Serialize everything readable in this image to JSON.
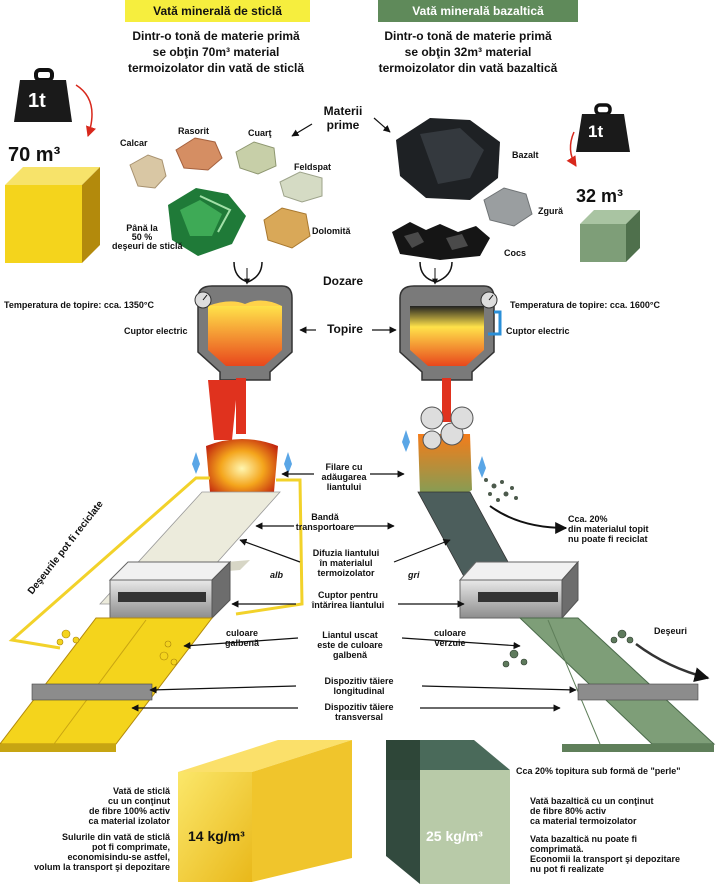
{
  "left": {
    "header": "Vată minerală de sticlă",
    "subtitle": [
      "Dintr-o tonă de materie primă",
      "se obţin 70m³ material",
      "termoizolator din vată de sticlă"
    ],
    "weight": "1t",
    "volume": "70 m³",
    "materials": {
      "calcar": "Calcar",
      "rasorit": "Rasorit",
      "cuart": "Cuarţ",
      "feldspat": "Feldspat",
      "dolomita": "Dolomită",
      "cullet": [
        "Până la",
        "50 %",
        "deşeuri de sticlă"
      ]
    },
    "temperature": "Temperatura de topire: cca. 1350°C",
    "furnace": "Cuptor electric",
    "recycle": "Deşeurile pot fi reciclate",
    "alb": "alb",
    "color_label": [
      "culoare",
      "galbenă"
    ],
    "density": "14 kg/m³",
    "desc1": [
      "Vată de sticlă",
      "cu un conţinut",
      "de fibre 100% activ",
      "ca material izolator"
    ],
    "desc2": [
      "Sulurile din vată de sticlă",
      "pot fi comprimate,",
      "economisindu-se astfel,",
      "volum la transport şi depozitare"
    ]
  },
  "right": {
    "header": "Vată minerală bazaltică",
    "subtitle": [
      "Dintr-o tonă de materie primă",
      "se obţin 32m³ material",
      "termoizolator din vată bazaltică"
    ],
    "weight": "1t",
    "volume": "32 m³",
    "materials": {
      "bazalt": "Bazalt",
      "zgura": "Zgură",
      "cocs": "Cocs"
    },
    "temperature": "Temperatura de topire: cca. 1600°C",
    "furnace": "Cuptor electric",
    "loss": [
      "Cca. 20%",
      "din materialul topit",
      "nu poate fi reciclat"
    ],
    "gri": "gri",
    "color_label": [
      "culoare",
      "verzuie"
    ],
    "waste": "Deşeuri",
    "pearls": "Cca 20% topitura sub formă de \"perle\"",
    "density": "25 kg/m³",
    "desc1": [
      "Vată bazaltică cu un conţinut",
      "de fibre 80% activ",
      "ca material termoizolator"
    ],
    "desc2": [
      "Vata bazaltică nu poate fi",
      "comprimată.",
      "Economii la transport şi depozitare",
      "nu pot fi realizate"
    ]
  },
  "center": {
    "raw": [
      "Materii",
      "prime"
    ],
    "dosing": "Dozare",
    "melting": "Topire",
    "spinning": [
      "Filare cu",
      "adăugarea",
      "liantului"
    ],
    "belt": [
      "Bandă",
      "transportoare"
    ],
    "diffusion": [
      "Difuzia liantului",
      "în materialul",
      "termoizolator"
    ],
    "oven": [
      "Cuptor pentru",
      "întărirea liantului"
    ],
    "dry": [
      "Liantul uscat",
      "este de culoare",
      "galbenă"
    ],
    "longcut": [
      "Dispozitiv tăiere",
      "longitudinal"
    ],
    "crosscut": [
      "Dispozitiv tăiere",
      "transversal"
    ]
  },
  "colors": {
    "yellow": "#f3d12b",
    "green": "#7e9e78",
    "dark_green": "#4a6a4a",
    "red": "#e0321e"
  }
}
